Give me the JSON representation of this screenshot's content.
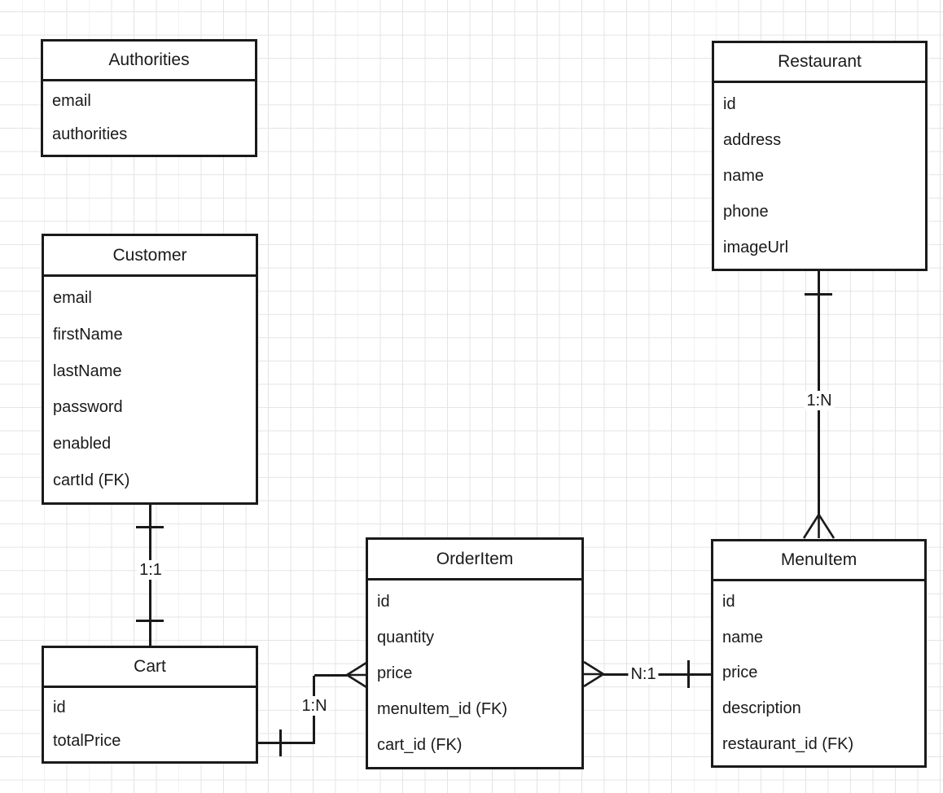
{
  "diagram": {
    "type": "entity-relationship-diagram",
    "colors": {
      "background": "#ffffff",
      "grid_line": "#e4e4e4",
      "shape_line": "#1a1a1a",
      "text": "#1a1a1a"
    },
    "entities": [
      {
        "name": "Authorities",
        "attributes": [
          "email",
          "authorities"
        ]
      },
      {
        "name": "Customer",
        "attributes": [
          "email",
          "firstName",
          "lastName",
          "password",
          "enabled",
          "cartId (FK)"
        ]
      },
      {
        "name": "Cart",
        "attributes": [
          "id",
          "totalPrice"
        ]
      },
      {
        "name": "OrderItem",
        "attributes": [
          "id",
          "quantity",
          "price",
          "menuItem_id (FK)",
          "cart_id (FK)"
        ]
      },
      {
        "name": "Restaurant",
        "attributes": [
          "id",
          "address",
          "name",
          "phone",
          "imageUrl"
        ]
      },
      {
        "name": "MenuItem",
        "attributes": [
          "id",
          "name",
          "price",
          "description",
          "restaurant_id (FK)"
        ]
      }
    ],
    "relationships": [
      {
        "from": "Customer",
        "to": "Cart",
        "label": "1:1",
        "from_end": "one",
        "to_end": "one"
      },
      {
        "from": "Cart",
        "to": "OrderItem",
        "label": "1:N",
        "from_end": "one",
        "to_end": "many"
      },
      {
        "from": "OrderItem",
        "to": "MenuItem",
        "label": "N:1",
        "from_end": "many",
        "to_end": "one"
      },
      {
        "from": "Restaurant",
        "to": "MenuItem",
        "label": "1:N",
        "from_end": "one",
        "to_end": "many"
      }
    ]
  }
}
